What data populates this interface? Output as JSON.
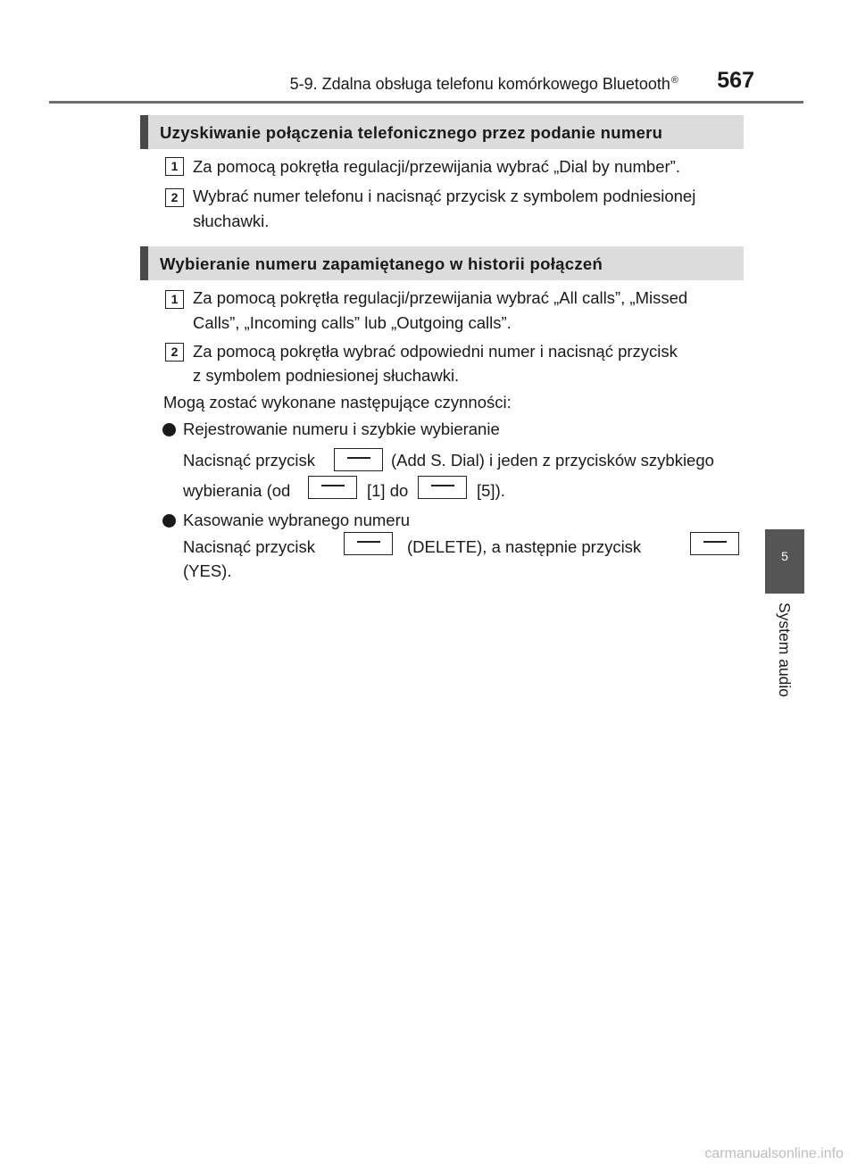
{
  "header": {
    "section_title": "5-9. Zdalna obsługa telefonu komórkowego Bluetooth",
    "registered_mark": "®",
    "page_number": "567"
  },
  "section1": {
    "title": "Uzyskiwanie połączenia telefonicznego przez podanie numeru",
    "steps": [
      {
        "num": "1",
        "lines": [
          "Za pomocą pokrętła regulacji/przewijania wybrać „Dial by number”."
        ]
      },
      {
        "num": "2",
        "lines": [
          "Wybrać numer telefonu i nacisnąć przycisk z symbolem podniesionej",
          "słuchawki."
        ]
      }
    ]
  },
  "section2": {
    "title": "Wybieranie numeru zapamiętanego w historii połączeń",
    "steps": [
      {
        "num": "1",
        "lines": [
          "Za pomocą pokrętła regulacji/przewijania wybrać „All calls”, „Missed",
          "Calls”, „Incoming calls” lub „Outgoing calls”."
        ]
      },
      {
        "num": "2",
        "lines": [
          "Za pomocą pokrętła wybrać odpowiedni numer i nacisnąć przycisk",
          "z symbolem podniesionej słuchawki."
        ]
      }
    ],
    "intro": "Mogą zostać wykonane następujące czynności:",
    "bullets": [
      {
        "title": "Rejestrowanie numeru i szybkie wybieranie",
        "line1": {
          "a": "Nacisnąć przycisk",
          "b": "(Add S. Dial) i jeden z przycisków szybkiego"
        },
        "line2": {
          "a": "wybierania (od",
          "b": "[1] do",
          "c": "[5])."
        }
      },
      {
        "title": "Kasowanie wybranego numeru",
        "line1": {
          "a": "Nacisnąć przycisk",
          "b": "(DELETE), a następnie przycisk"
        },
        "line2": {
          "a": "(YES)."
        }
      }
    ]
  },
  "side_tab": {
    "chapter_number": "5",
    "chapter_label": "System audio"
  },
  "watermark": "carmanualsonline.info",
  "colors": {
    "section_bar_bg": "#dcdcdc",
    "section_bar_accent": "#4a4a4a",
    "side_tab_bg": "#555555",
    "header_rule": "#6e6e6e"
  }
}
